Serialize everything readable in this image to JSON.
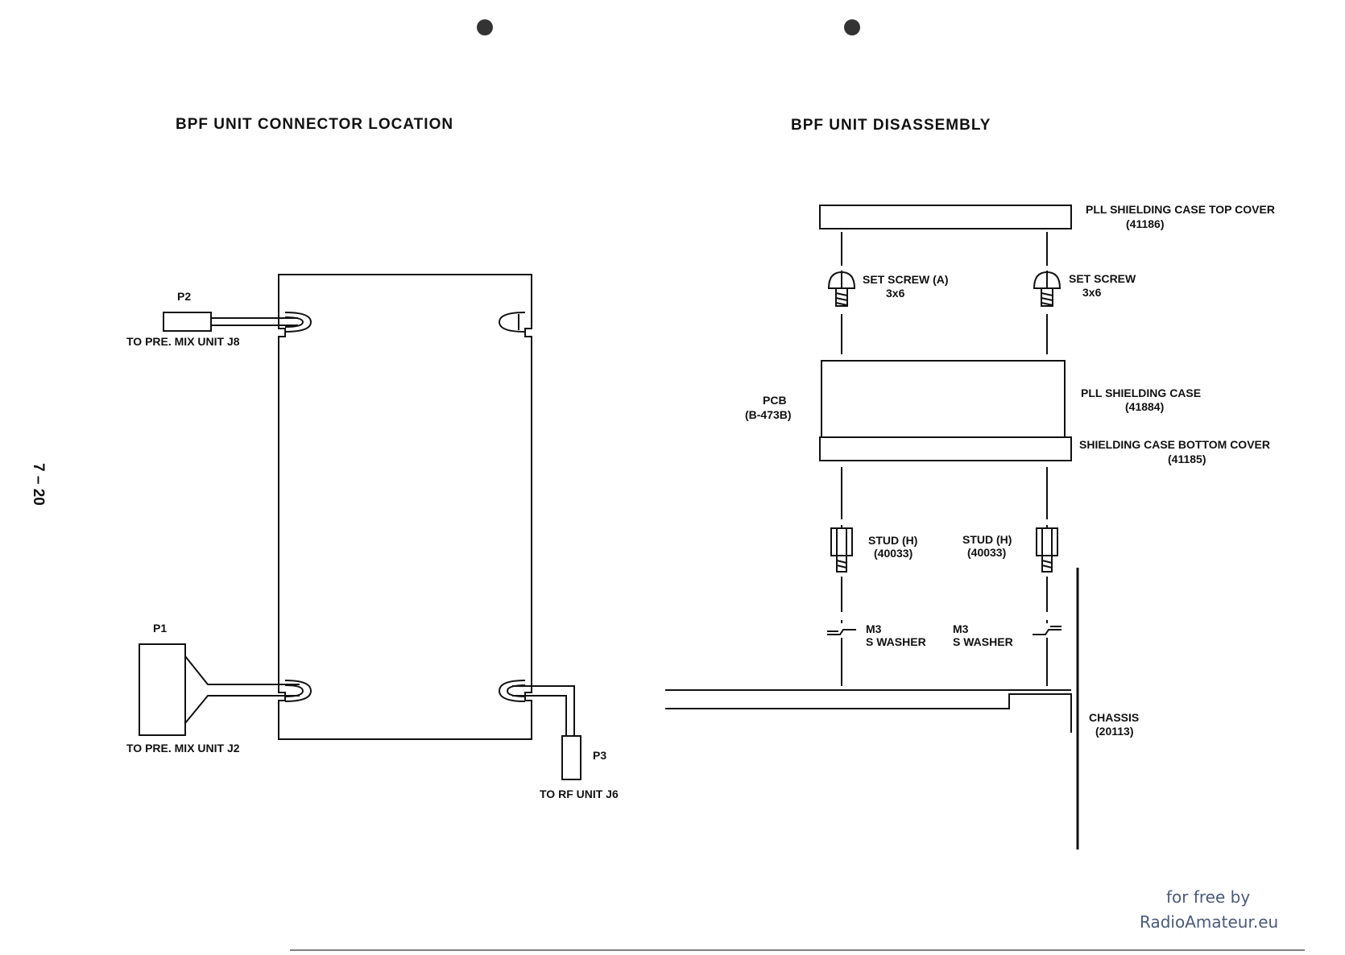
{
  "left_diagram": {
    "title": "BPF UNIT CONNECTOR LOCATION",
    "p2": {
      "name": "P2",
      "label": "TO PRE. MIX UNIT J8"
    },
    "p1": {
      "name": "P1",
      "label": "TO PRE. MIX UNIT J2"
    },
    "p3": {
      "name": "P3",
      "label": "TO RF UNIT J6"
    }
  },
  "right_diagram": {
    "title": "BPF UNIT DISASSEMBLY",
    "top_cover": {
      "line1": "PLL SHIELDING CASE TOP COVER",
      "line2": "(41186)"
    },
    "set_screw_a": {
      "line1": "SET SCREW (A)",
      "line2": "3x6"
    },
    "set_screw": {
      "line1": "SET SCREW",
      "line2": "3x6"
    },
    "pcb": {
      "line1": "PCB",
      "line2": "(B-473B)"
    },
    "shielding_case": {
      "line1": "PLL SHIELDING CASE",
      "line2": "(41884)"
    },
    "bottom_cover": {
      "line1": "SHIELDING CASE BOTTOM COVER",
      "line2": "(41185)"
    },
    "stud_left": {
      "line1": "STUD (H)",
      "line2": "(40033)"
    },
    "stud_right": {
      "line1": "STUD (H)",
      "line2": "(40033)"
    },
    "washer_left": {
      "line1": "M3",
      "line2": "S WASHER"
    },
    "washer_right": {
      "line1": "M3",
      "line2": "S WASHER"
    },
    "chassis": {
      "line1": "CHASSIS",
      "line2": "(20113)"
    }
  },
  "page_number": "7 – 20",
  "watermark": {
    "line1": "for free by",
    "line2": "RadioAmateur.eu"
  }
}
